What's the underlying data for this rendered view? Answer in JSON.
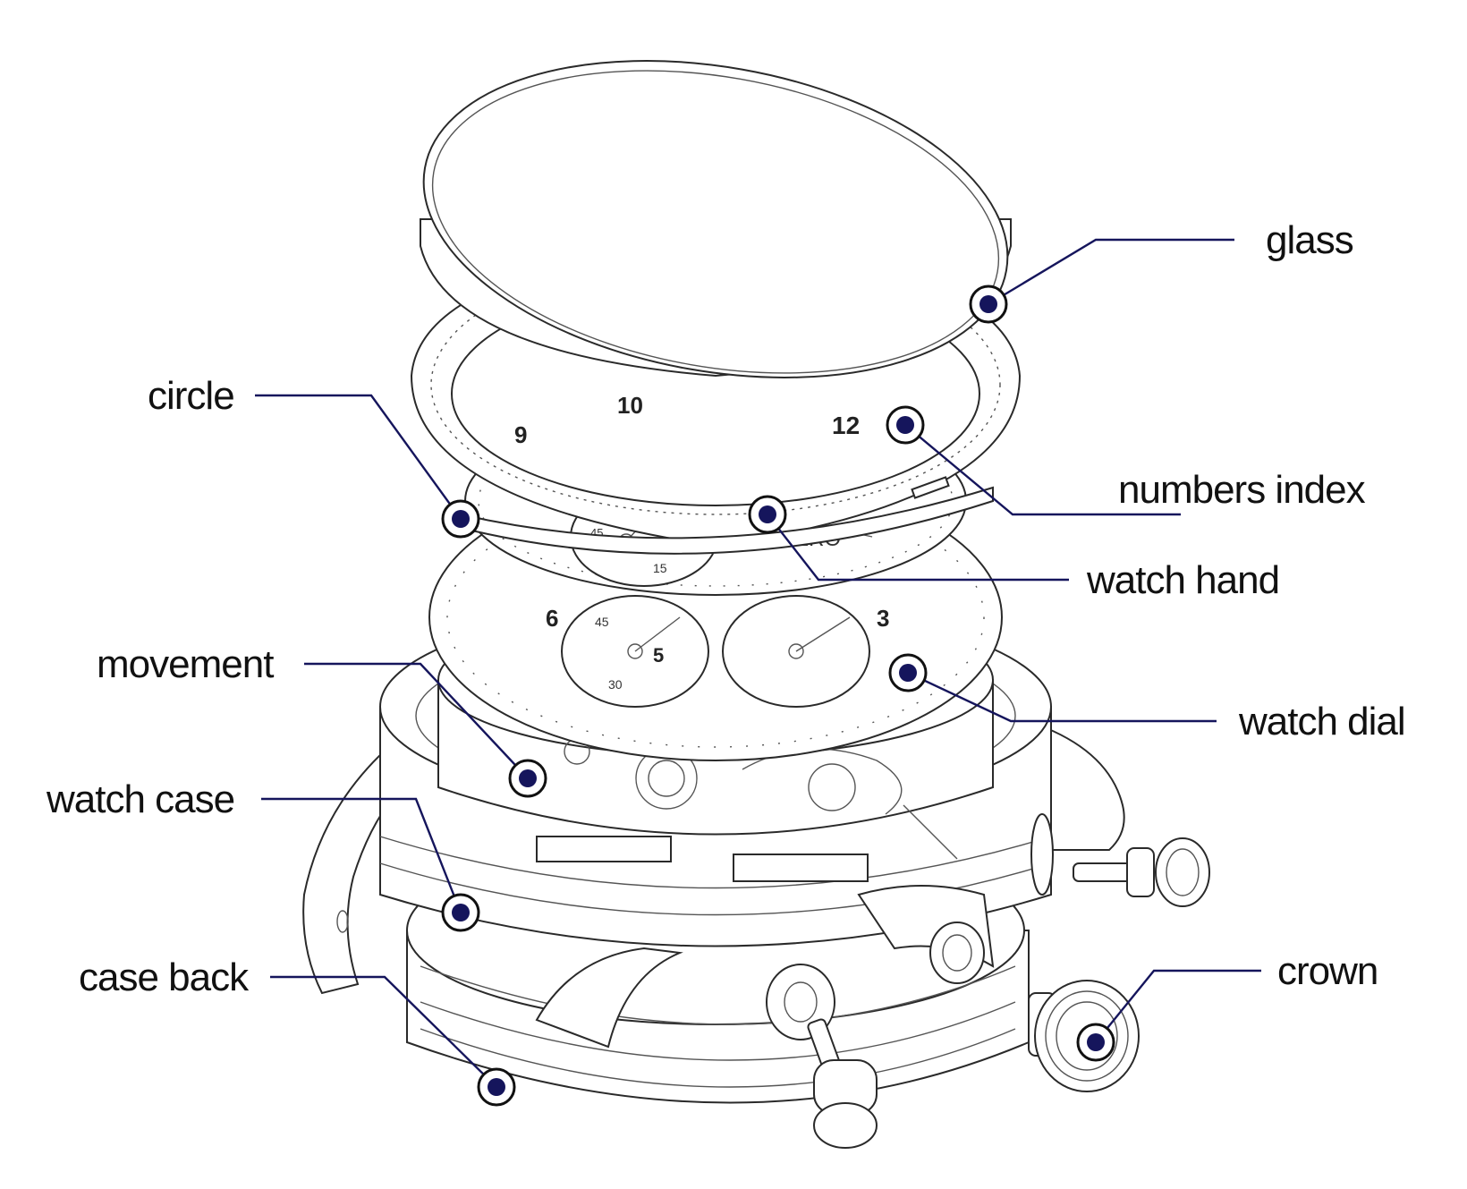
{
  "colors": {
    "accent": "#15155c",
    "line": "#2a2a2a"
  },
  "dial_numbers": [
    "9",
    "10",
    "12",
    "15",
    "30",
    "45",
    "6",
    "5",
    "3"
  ],
  "brand_fragment": "SERO",
  "callouts": {
    "glass": "glass",
    "circle": "circle",
    "numbers_index": "numbers index",
    "watch_hand": "watch hand",
    "movement": "movement",
    "watch_dial": "watch dial",
    "watch_case": "watch case",
    "case_back": "case back",
    "crown": "crown"
  }
}
